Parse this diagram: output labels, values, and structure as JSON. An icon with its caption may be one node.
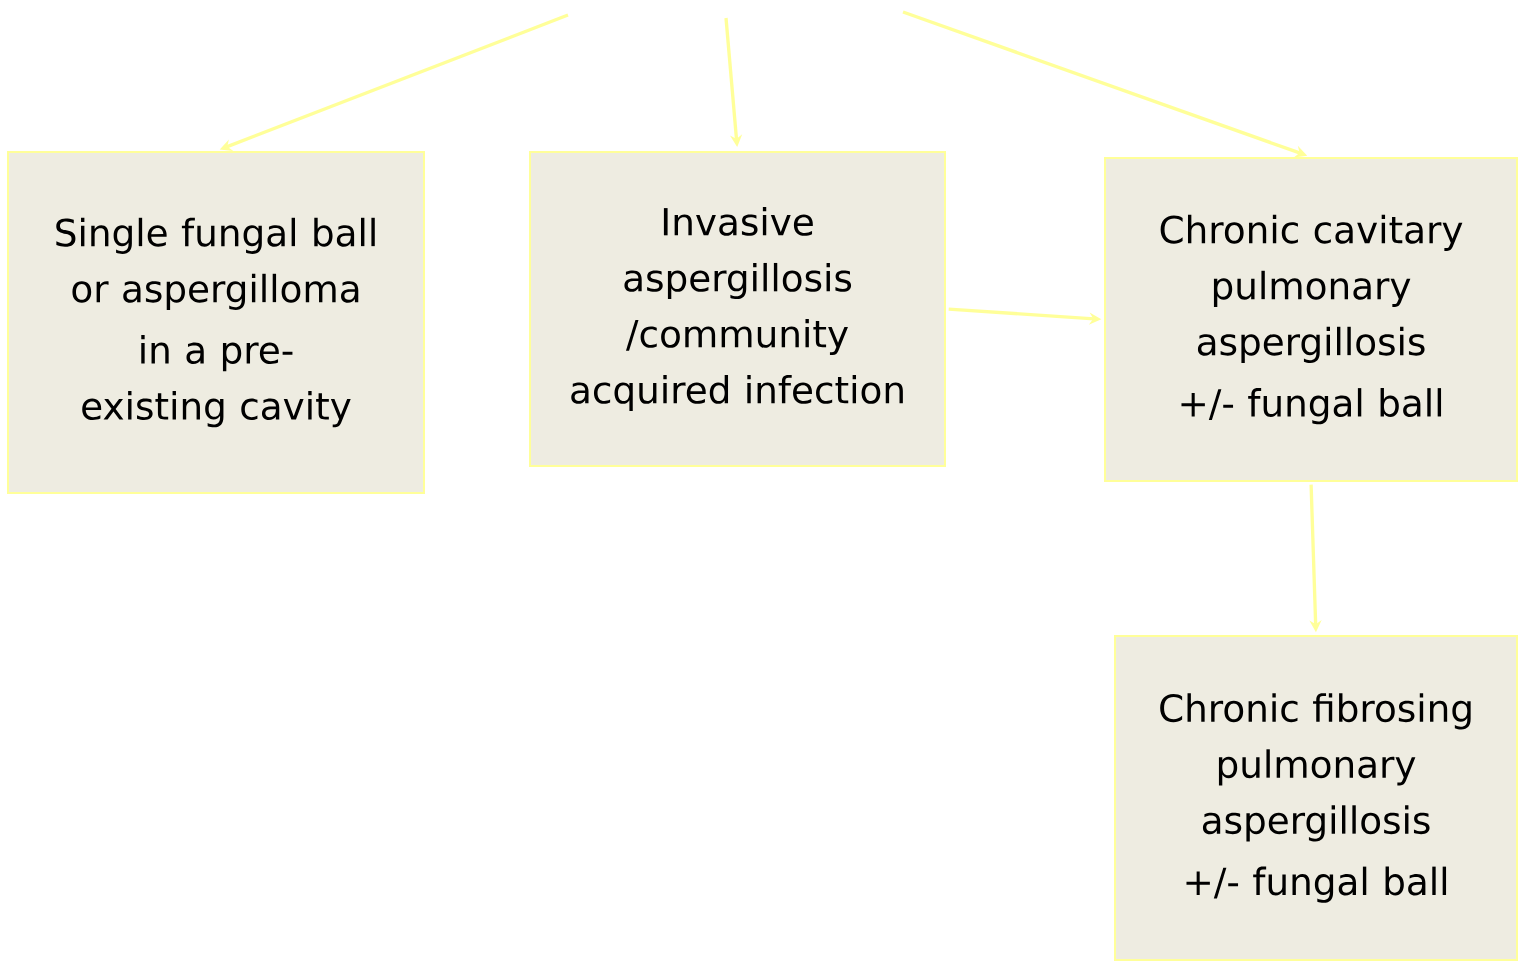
{
  "diagram": {
    "nodes": [
      {
        "text": [
          "Single fungal ball or aspergilloma",
          "in a pre-existing cavity"
        ]
      },
      {
        "text": [
          "Invasive aspergillosis /community acquired infection"
        ]
      },
      {
        "text": [
          "Chronic cavitary pulmonary aspergillosis",
          "+/- fungal ball"
        ]
      },
      {
        "text": [
          "Chronic fibrosing pulmonary aspergillosis",
          "+/- fungal ball"
        ]
      }
    ],
    "edges": [
      {
        "from": null,
        "to": 0,
        "arrow": "to"
      },
      {
        "from": null,
        "to": 1,
        "arrow": "to"
      },
      {
        "from": null,
        "to": 2,
        "arrow": "to"
      },
      {
        "from": 1,
        "to": 2,
        "arrow": "to"
      },
      {
        "from": 2,
        "to": 3,
        "arrow": "to"
      }
    ]
  }
}
